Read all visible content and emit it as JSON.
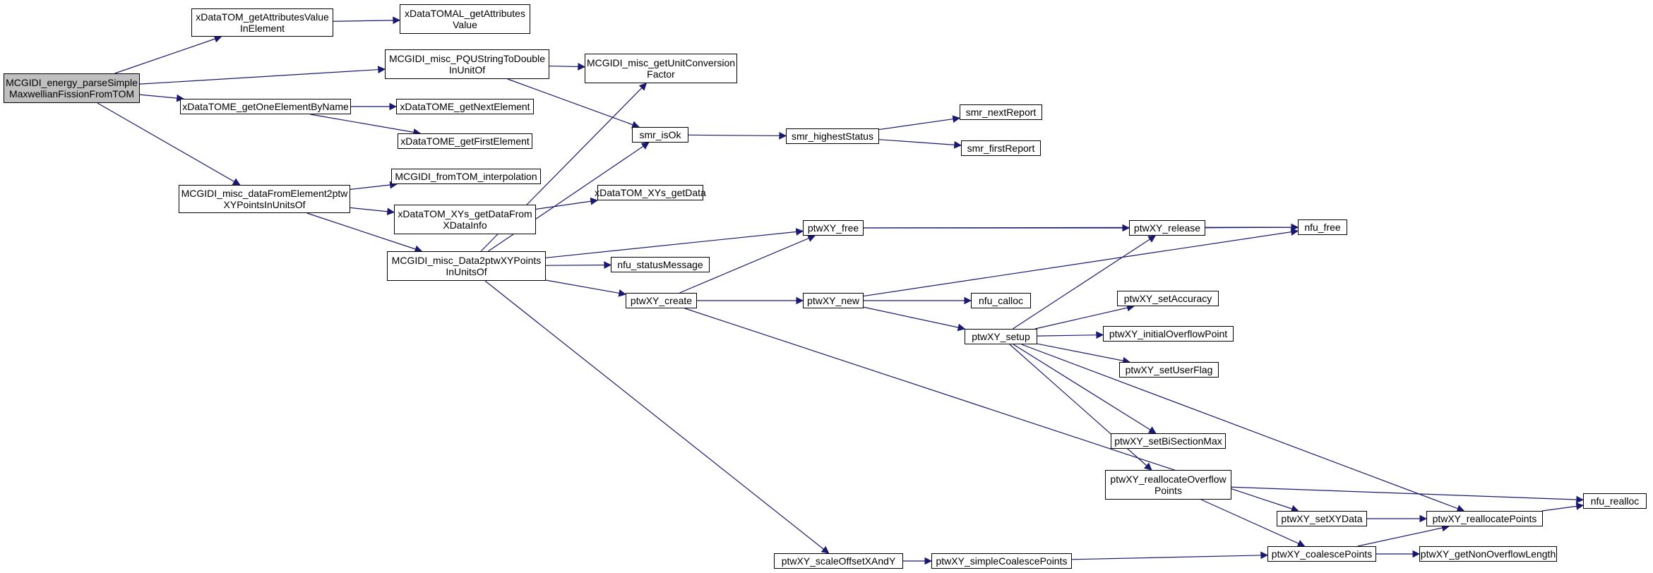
{
  "graph": {
    "root": "n_root",
    "nodes": [
      {
        "id": "n_root",
        "label": "MCGIDI_energy_parseSimple\nMaxwellianFissionFromTOM"
      },
      {
        "id": "n_xdt_getattr",
        "label": "xDataTOM_getAttributesValue\nInElement"
      },
      {
        "id": "n_xdtal_getattr",
        "label": "xDataTOMAL_getAttributes\nValue"
      },
      {
        "id": "n_pqu",
        "label": "MCGIDI_misc_PQUStringToDouble\nInUnitOf"
      },
      {
        "id": "n_unitconv",
        "label": "MCGIDI_misc_getUnitConversion\nFactor"
      },
      {
        "id": "n_getone",
        "label": "xDataTOME_getOneElementByName"
      },
      {
        "id": "n_getnext",
        "label": "xDataTOME_getNextElement"
      },
      {
        "id": "n_getfirst",
        "label": "xDataTOME_getFirstElement"
      },
      {
        "id": "n_smr_isok",
        "label": "smr_isOk"
      },
      {
        "id": "n_smr_highest",
        "label": "smr_highestStatus"
      },
      {
        "id": "n_smr_next",
        "label": "smr_nextReport"
      },
      {
        "id": "n_smr_first",
        "label": "smr_firstReport"
      },
      {
        "id": "n_datafromel",
        "label": "MCGIDI_misc_dataFromElement2ptw\nXYPointsInUnitsOf"
      },
      {
        "id": "n_frominterp",
        "label": "MCGIDI_fromTOM_interpolation"
      },
      {
        "id": "n_xys_getdatafrom",
        "label": "xDataTOM_XYs_getDataFrom\nXDataInfo"
      },
      {
        "id": "n_xys_getdata",
        "label": "xDataTOM_XYs_getData"
      },
      {
        "id": "n_data2ptw",
        "label": "MCGIDI_misc_Data2ptwXYPoints\nInUnitsOf"
      },
      {
        "id": "n_statusmsg",
        "label": "nfu_statusMessage"
      },
      {
        "id": "n_ptw_free",
        "label": "ptwXY_free"
      },
      {
        "id": "n_ptw_release",
        "label": "ptwXY_release"
      },
      {
        "id": "n_nfu_free",
        "label": "nfu_free"
      },
      {
        "id": "n_ptw_create",
        "label": "ptwXY_create"
      },
      {
        "id": "n_ptw_new",
        "label": "ptwXY_new"
      },
      {
        "id": "n_nfu_calloc",
        "label": "nfu_calloc"
      },
      {
        "id": "n_ptw_setup",
        "label": "ptwXY_setup"
      },
      {
        "id": "n_setacc",
        "label": "ptwXY_setAccuracy"
      },
      {
        "id": "n_initovf",
        "label": "ptwXY_initialOverflowPoint"
      },
      {
        "id": "n_setuserflag",
        "label": "ptwXY_setUserFlag"
      },
      {
        "id": "n_setbisect",
        "label": "ptwXY_setBiSectionMax"
      },
      {
        "id": "n_reallocovf",
        "label": "ptwXY_reallocateOverflow\nPoints"
      },
      {
        "id": "n_setxydata",
        "label": "ptwXY_setXYData"
      },
      {
        "id": "n_reallocpts",
        "label": "ptwXY_reallocatePoints"
      },
      {
        "id": "n_nfu_realloc",
        "label": "nfu_realloc"
      },
      {
        "id": "n_scaleoffset",
        "label": "ptwXY_scaleOffsetXAndY"
      },
      {
        "id": "n_simplecoal",
        "label": "ptwXY_simpleCoalescePoints"
      },
      {
        "id": "n_coalesce",
        "label": "ptwXY_coalescePoints"
      },
      {
        "id": "n_getnonovf",
        "label": "ptwXY_getNonOverflowLength"
      }
    ],
    "edges": [
      [
        "n_root",
        "n_xdt_getattr"
      ],
      [
        "n_root",
        "n_pqu"
      ],
      [
        "n_root",
        "n_getone"
      ],
      [
        "n_root",
        "n_datafromel"
      ],
      [
        "n_xdt_getattr",
        "n_xdtal_getattr"
      ],
      [
        "n_pqu",
        "n_unitconv"
      ],
      [
        "n_pqu",
        "n_smr_isok"
      ],
      [
        "n_getone",
        "n_getnext"
      ],
      [
        "n_getone",
        "n_getfirst"
      ],
      [
        "n_smr_isok",
        "n_smr_highest"
      ],
      [
        "n_smr_highest",
        "n_smr_next"
      ],
      [
        "n_smr_highest",
        "n_smr_first"
      ],
      [
        "n_datafromel",
        "n_frominterp"
      ],
      [
        "n_datafromel",
        "n_xys_getdatafrom"
      ],
      [
        "n_datafromel",
        "n_data2ptw"
      ],
      [
        "n_xys_getdatafrom",
        "n_xys_getdata"
      ],
      [
        "n_data2ptw",
        "n_unitconv"
      ],
      [
        "n_data2ptw",
        "n_smr_isok"
      ],
      [
        "n_data2ptw",
        "n_statusmsg"
      ],
      [
        "n_data2ptw",
        "n_ptw_free"
      ],
      [
        "n_data2ptw",
        "n_ptw_create"
      ],
      [
        "n_data2ptw",
        "n_scaleoffset"
      ],
      [
        "n_ptw_free",
        "n_ptw_release"
      ],
      [
        "n_ptw_free",
        "n_nfu_free"
      ],
      [
        "n_ptw_release",
        "n_nfu_free"
      ],
      [
        "n_ptw_create",
        "n_ptw_free"
      ],
      [
        "n_ptw_create",
        "n_ptw_new"
      ],
      [
        "n_ptw_create",
        "n_setxydata"
      ],
      [
        "n_ptw_new",
        "n_nfu_free"
      ],
      [
        "n_ptw_new",
        "n_nfu_calloc"
      ],
      [
        "n_ptw_new",
        "n_ptw_setup"
      ],
      [
        "n_ptw_setup",
        "n_ptw_release"
      ],
      [
        "n_ptw_setup",
        "n_setacc"
      ],
      [
        "n_ptw_setup",
        "n_initovf"
      ],
      [
        "n_ptw_setup",
        "n_setuserflag"
      ],
      [
        "n_ptw_setup",
        "n_setbisect"
      ],
      [
        "n_ptw_setup",
        "n_reallocovf"
      ],
      [
        "n_ptw_setup",
        "n_reallocpts"
      ],
      [
        "n_reallocovf",
        "n_nfu_realloc"
      ],
      [
        "n_reallocovf",
        "n_coalesce"
      ],
      [
        "n_setxydata",
        "n_reallocpts"
      ],
      [
        "n_reallocpts",
        "n_nfu_realloc"
      ],
      [
        "n_scaleoffset",
        "n_simplecoal"
      ],
      [
        "n_simplecoal",
        "n_coalesce"
      ],
      [
        "n_coalesce",
        "n_reallocpts"
      ],
      [
        "n_coalesce",
        "n_getnonovf"
      ]
    ],
    "colors": {
      "edge": "#191970",
      "node_border": "#000000",
      "root_fill": "#bfbfbf",
      "node_fill": "#ffffff"
    }
  }
}
